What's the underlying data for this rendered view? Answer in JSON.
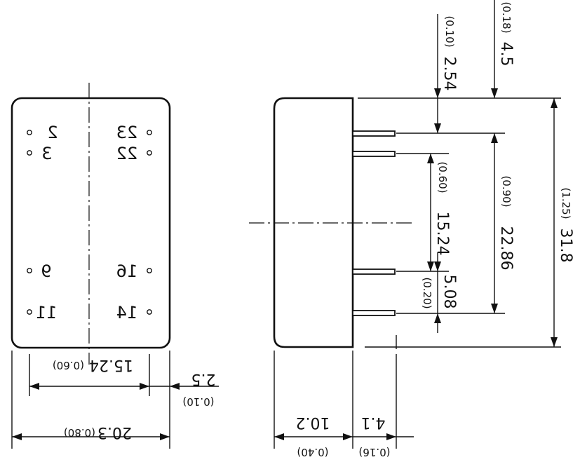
{
  "front_view": {
    "pins": [
      {
        "label": "2"
      },
      {
        "label": "3"
      },
      {
        "label": "9"
      },
      {
        "label": "11"
      },
      {
        "label": "23"
      },
      {
        "label": "22"
      },
      {
        "label": "16"
      },
      {
        "label": "14"
      }
    ],
    "dims": {
      "pin_row_spacing": {
        "mm": "15.24",
        "inch": "(0.60)"
      },
      "edge_offset": {
        "mm": "2.5",
        "inch": "(0.10)"
      },
      "width": {
        "mm": "20.3",
        "inch": "(0.80)"
      }
    }
  },
  "side_view": {
    "dims": {
      "top_to_first_pin": {
        "mm": "2.54",
        "inch": "(0.10)"
      },
      "top_offset": {
        "mm": "4.5",
        "inch": "(0.18)"
      },
      "pin_span": {
        "mm": "15.24",
        "inch": "(0.60)"
      },
      "height_inner": {
        "mm": "22.86",
        "inch": "(0.90)"
      },
      "height_total": {
        "mm": "31.8",
        "inch": "(1.25)"
      },
      "pin_pitch": {
        "mm": "5.08",
        "inch": "(0.20)"
      },
      "body_depth": {
        "mm": "10.2",
        "inch": "(0.40)"
      },
      "pin_length": {
        "mm": "4.1",
        "inch": "(0.16)"
      }
    }
  }
}
